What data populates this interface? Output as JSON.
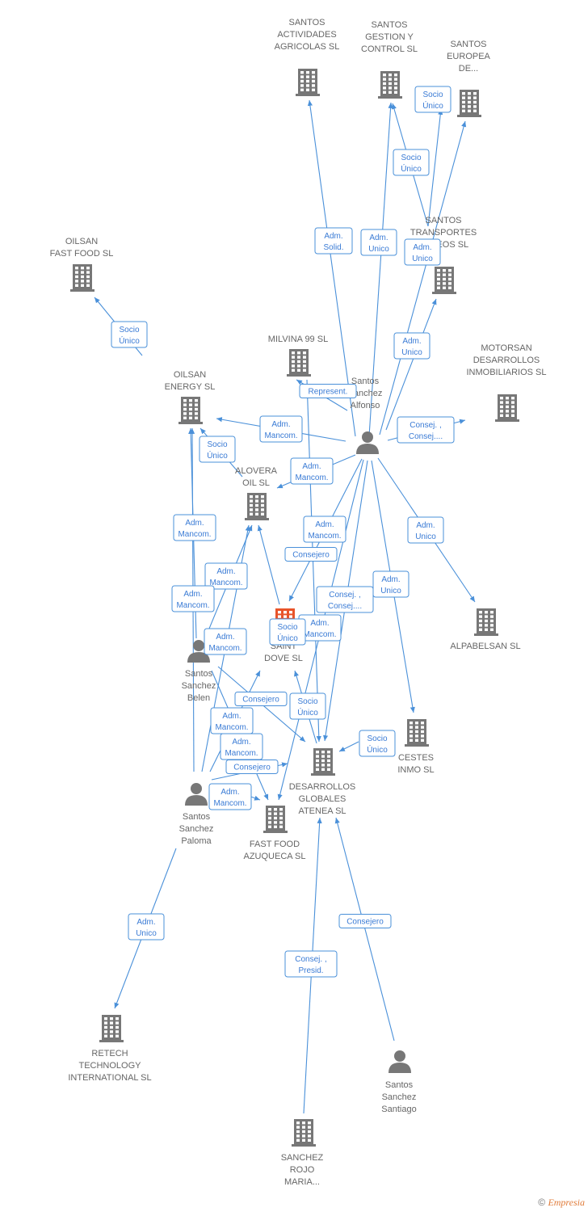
{
  "colors": {
    "edge": "#4a90d9",
    "node": "#777777",
    "focus": "#e8542a",
    "label": "#666666"
  },
  "footer": {
    "copyright": "©",
    "brand": "Empresia"
  },
  "nodes": [
    {
      "id": "sag",
      "type": "company",
      "label": [
        "SANTOS",
        "ACTIVIDADES",
        "AGRICOLAS SL"
      ]
    },
    {
      "id": "sgc",
      "type": "company",
      "label": [
        "SANTOS",
        "GESTION Y",
        "CONTROL  SL"
      ]
    },
    {
      "id": "seu",
      "type": "company",
      "label": [
        "SANTOS",
        "EUROPEA",
        "DE..."
      ]
    },
    {
      "id": "str",
      "type": "company",
      "label": [
        "SANTOS",
        "TRANSPORTES",
        "AEREOS  SL"
      ]
    },
    {
      "id": "off",
      "type": "company",
      "label": [
        "OILSAN",
        "FAST FOOD  SL"
      ]
    },
    {
      "id": "mil",
      "type": "company",
      "label": [
        "MILVINA 99 SL"
      ]
    },
    {
      "id": "mot",
      "type": "company",
      "label": [
        "MOTORSAN",
        "DESARROLLOS",
        "INMOBILIARIOS SL"
      ]
    },
    {
      "id": "oen",
      "type": "company",
      "label": [
        "OILSAN",
        "ENERGY SL"
      ]
    },
    {
      "id": "alo",
      "type": "company",
      "label": [
        "ALOVERA",
        "OIL SL"
      ]
    },
    {
      "id": "alp",
      "type": "company",
      "label": [
        "ALPABELSAN SL"
      ]
    },
    {
      "id": "sdo",
      "type": "focus",
      "label": [
        "SAINT",
        "DOVE  SL"
      ]
    },
    {
      "id": "ces",
      "type": "company",
      "label": [
        "CESTES",
        "INMO SL"
      ]
    },
    {
      "id": "dga",
      "type": "company",
      "label": [
        "DESARROLLOS",
        "GLOBALES",
        "ATENEA SL"
      ]
    },
    {
      "id": "ffa",
      "type": "company",
      "label": [
        "FAST FOOD",
        "AZUQUECA  SL"
      ]
    },
    {
      "id": "ret",
      "type": "company",
      "label": [
        "RETECH",
        "TECHNOLOGY",
        "INTERNATIONAL SL"
      ]
    },
    {
      "id": "srm",
      "type": "company",
      "label": [
        "SANCHEZ",
        "ROJO",
        "MARIA..."
      ]
    },
    {
      "id": "psa",
      "type": "person",
      "label": [
        "Santos",
        "Sanchez",
        "Alfonso"
      ]
    },
    {
      "id": "psb",
      "type": "person",
      "label": [
        "Santos",
        "Sanchez",
        "Belen"
      ]
    },
    {
      "id": "psp",
      "type": "person",
      "label": [
        "Santos",
        "Sanchez",
        "Paloma"
      ]
    },
    {
      "id": "pss",
      "type": "person",
      "label": [
        "Santos",
        "Sanchez",
        "Santiago"
      ]
    }
  ],
  "edges": [
    {
      "from": "psa",
      "to": "sag",
      "label": [
        "Adm.",
        "Solid."
      ]
    },
    {
      "from": "psa",
      "to": "sgc",
      "label": [
        "Adm.",
        "Unico"
      ]
    },
    {
      "from": "str",
      "to": "sgc",
      "label": [
        "Socio",
        "Único"
      ]
    },
    {
      "from": "psa",
      "to": "seu",
      "label": [
        "Adm.",
        "Unico"
      ]
    },
    {
      "from": "str",
      "to": "seu",
      "label": [
        "Socio",
        "Único"
      ]
    },
    {
      "from": "psa",
      "to": "str",
      "label": [
        "Adm.",
        "Unico"
      ]
    },
    {
      "from": "oen",
      "to": "off",
      "label": [
        "Socio",
        "Único"
      ]
    },
    {
      "from": "psa",
      "to": "mil",
      "label": [
        "Represent."
      ]
    },
    {
      "from": "psa",
      "to": "mot",
      "label": [
        "Consej. ,",
        "Consej...."
      ]
    },
    {
      "from": "psa",
      "to": "oen",
      "label": [
        "Adm.",
        "Mancom."
      ]
    },
    {
      "from": "psa",
      "to": "alo",
      "label": [
        "Adm.",
        "Mancom."
      ]
    },
    {
      "from": "psa",
      "to": "alp",
      "label": [
        "Adm.",
        "Unico"
      ]
    },
    {
      "from": "psa",
      "to": "ces",
      "label": [
        "Adm.",
        "Unico"
      ]
    },
    {
      "from": "psa",
      "to": "sdo",
      "label": [
        "Adm.",
        "Mancom."
      ]
    },
    {
      "from": "psa",
      "to": "dga",
      "label": [
        "Consej. ,",
        "Consej...."
      ]
    },
    {
      "from": "psa",
      "to": "ffa",
      "label": [
        "Adm.",
        "Mancom."
      ]
    },
    {
      "from": "alo",
      "to": "oen",
      "label": [
        "Socio",
        "Único"
      ]
    },
    {
      "from": "psb",
      "to": "oen",
      "label": [
        "Adm.",
        "Mancom."
      ]
    },
    {
      "from": "psb",
      "to": "alo",
      "label": [
        "Adm.",
        "Mancom."
      ]
    },
    {
      "from": "psp",
      "to": "oen",
      "label": [
        "Adm.",
        "Mancom."
      ]
    },
    {
      "from": "psp",
      "to": "alo",
      "label": [
        "Adm.",
        "Mancom."
      ]
    },
    {
      "from": "psp",
      "to": "sdo",
      "label": [
        "Adm.",
        "Mancom."
      ]
    },
    {
      "from": "psb",
      "to": "dga",
      "label": [
        "Consejero"
      ]
    },
    {
      "from": "psb",
      "to": "ffa",
      "label": [
        "Adm.",
        "Mancom."
      ]
    },
    {
      "from": "psp",
      "to": "dga",
      "label": [
        "Consejero"
      ]
    },
    {
      "from": "psp",
      "to": "ffa",
      "label": [
        "Adm.",
        "Mancom."
      ]
    },
    {
      "from": "sdo",
      "to": "alo",
      "label": [
        "Socio",
        "Único"
      ]
    },
    {
      "from": "dga",
      "to": "sdo",
      "label": [
        "Socio",
        "Único"
      ]
    },
    {
      "from": "mil",
      "to": "dga",
      "label": [
        "Consejero"
      ]
    },
    {
      "from": "ces",
      "to": "dga",
      "label": [
        "Socio",
        "Único"
      ]
    },
    {
      "from": "psp",
      "to": "ret",
      "label": [
        "Adm.",
        "Unico"
      ]
    },
    {
      "from": "srm",
      "to": "dga",
      "label": [
        "Consej. ,",
        "Presid."
      ]
    },
    {
      "from": "pss",
      "to": "dga",
      "label": [
        "Consejero"
      ]
    }
  ]
}
